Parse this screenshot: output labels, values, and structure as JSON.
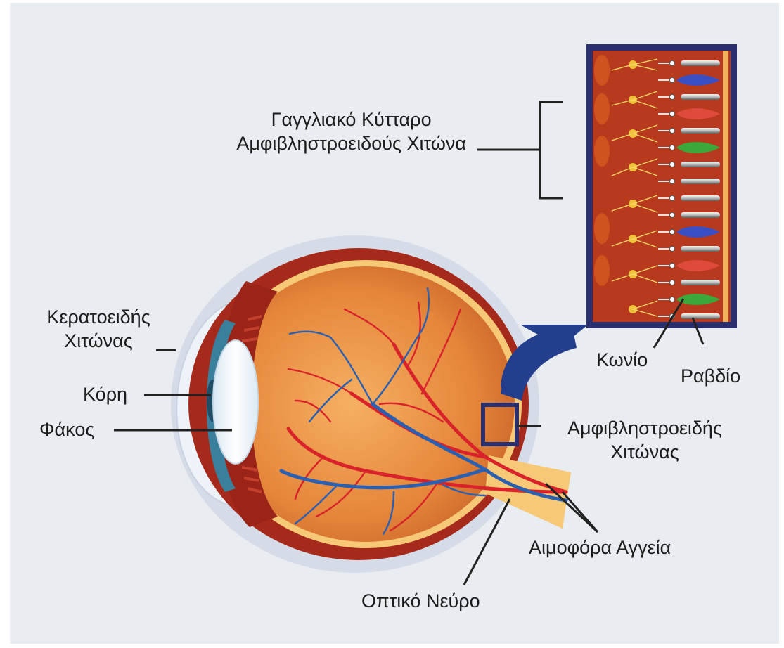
{
  "labels": {
    "ganglion_cell": [
      "Γαγγλιακό Κύτταρο",
      "Αμφιβληστροειδούς Χιτώνα"
    ],
    "cornea": [
      "Κερατοειδής",
      "Χιτώνας"
    ],
    "pupil": "Κόρη",
    "lens": "Φάκος",
    "cone": "Κωνίο",
    "rod": "Ραβδίο",
    "retina": [
      "Αμφιβληστροειδής",
      "Χιτώνας"
    ],
    "blood_vessels": "Αιμοφόρα Αγγεία",
    "optic_nerve": "Οπτικό Νεύρο"
  },
  "colors": {
    "background": "#e9edf2",
    "eye_wall": "#a62a1c",
    "eye_inner": "#e48a3a",
    "retina_band": "#f7c875",
    "artery": "#d8232a",
    "vein": "#2b5fb0",
    "lens": "#eef5fb",
    "iris": "#3a7f9c",
    "sclera": "#d7dce8",
    "frame": "#2a2f6e",
    "callout_arrow": "#233e8c",
    "cone_blue": "#3a4fc4",
    "cone_red": "#e04a3a",
    "cone_green": "#3aa83a",
    "rod": "#cfcfcf"
  },
  "photoreceptor_sequence": [
    "rod",
    "cone_blue",
    "rod",
    "cone_red",
    "rod",
    "cone_green",
    "rod",
    "rod",
    "rod",
    "rod",
    "cone_blue",
    "rod",
    "cone_red",
    "rod",
    "cone_green",
    "rod"
  ]
}
